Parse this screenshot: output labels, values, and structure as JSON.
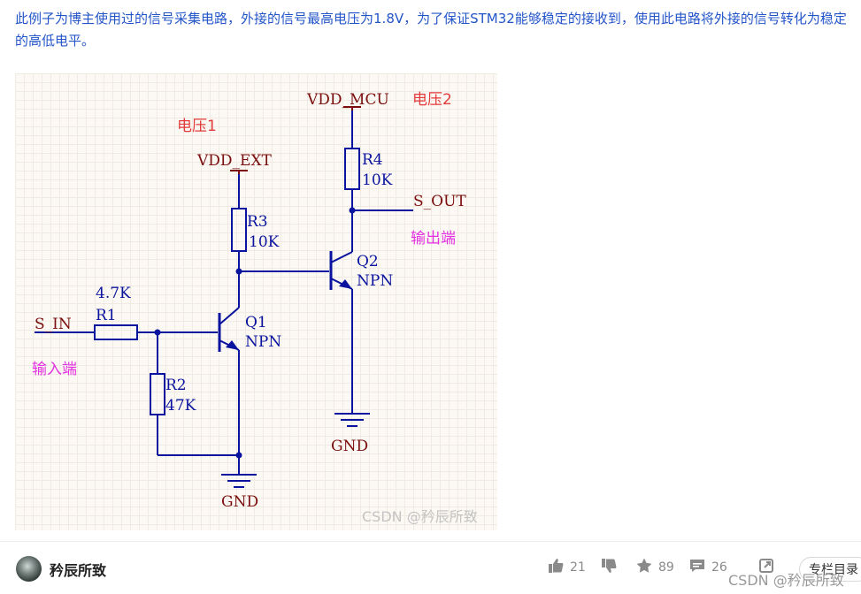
{
  "article": {
    "intro_text": "此例子为博主使用过的信号采集电路，外接的信号最高电压为1.8V，为了保证STM32能够稳定的接收到，使用此电路将外接的信号转化为稳定的高低电平。"
  },
  "schematic": {
    "note_voltage1": "电压1",
    "note_voltage2": "电压2",
    "vdd_ext": "VDD_EXT",
    "vdd_mcu": "VDD_MCU",
    "r3_name": "R3",
    "r3_value": "10K",
    "r4_name": "R4",
    "r4_value": "10K",
    "s_out": "S_OUT",
    "output_label": "输出端",
    "q2_name": "Q2",
    "q2_type": "NPN",
    "r1_value": "4.7K",
    "r1_name": "R1",
    "s_in": "S_IN",
    "q1_name": "Q1",
    "q1_type": "NPN",
    "input_label": "输入端",
    "r2_name": "R2",
    "r2_value": "47K",
    "gnd1": "GND",
    "gnd2": "GND",
    "watermark": "CSDN @矜辰所致",
    "colors": {
      "wire": "#0a149e",
      "label": "#7a0d0d",
      "note_red": "#e23a3a",
      "note_magenta": "#e230e0"
    }
  },
  "bottombar": {
    "author": "矜辰所致",
    "like_count": "21",
    "favorite_count": "89",
    "comment_count": "26",
    "column_button": "专栏目录",
    "watermark": "CSDN @矜辰所致",
    "icons": [
      "avatar",
      "thumbs-up-icon",
      "thumbs-down-icon",
      "star-icon",
      "comment-icon",
      "share-icon"
    ]
  }
}
